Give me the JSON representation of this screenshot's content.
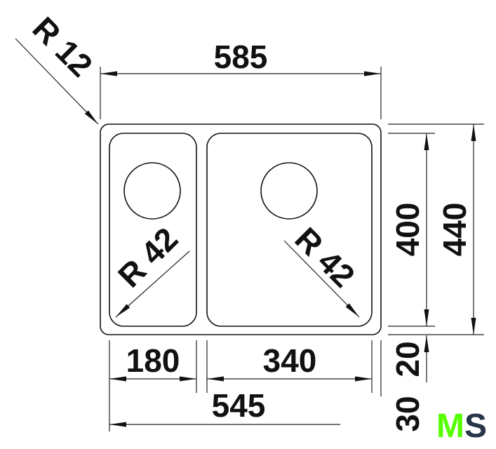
{
  "drawing": {
    "overall_width": "585",
    "corner_radius": "R 12",
    "small_bowl_radius": "R 42",
    "large_bowl_radius": "R 42",
    "bowl_depth_inner": "400",
    "overall_depth": "440",
    "front_margin": "20",
    "lower_margin": "30",
    "small_bowl_width": "180",
    "large_bowl_width": "340",
    "bowls_total_width": "545"
  },
  "logo": {
    "letter1": "M",
    "letter2": "S",
    "color1": "#55ff00",
    "color2": "#263548"
  }
}
